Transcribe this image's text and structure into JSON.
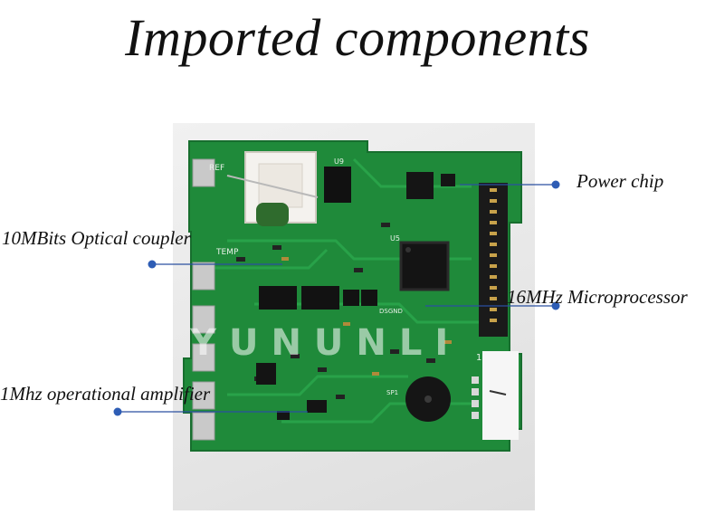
{
  "title": "Imported components",
  "watermark": "YUNUNLI",
  "labels": {
    "power_chip": "Power chip",
    "optical_coupler": "10MBits Optical coupler",
    "microprocessor": "16MHz Microprocessor",
    "op_amp": "1Mhz operational amplifier"
  },
  "board_text": {
    "ref": "REF",
    "temp": "TEMP",
    "chip_u9": "U9",
    "chip_u5": "U5",
    "buzzer": "SP1",
    "dsgnd": "DSGND",
    "mark": "1"
  },
  "colors": {
    "pcb": "#1f8a3a",
    "accent_line": "#2b4fa0",
    "dot": "#2e5db5"
  }
}
